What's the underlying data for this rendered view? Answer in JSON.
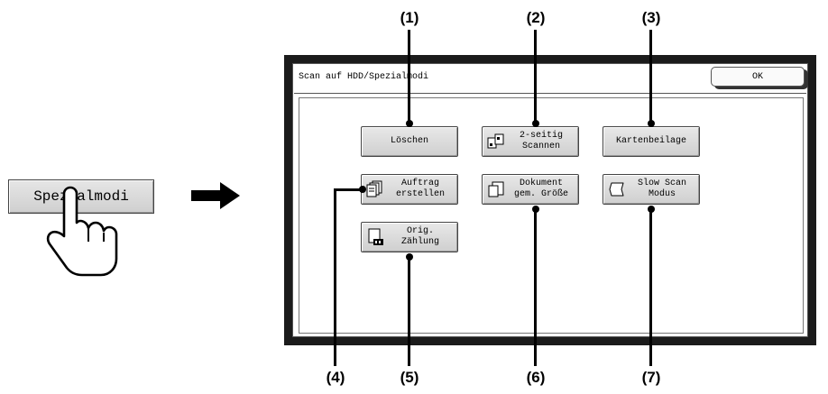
{
  "entry_button": {
    "label": "Spezialmodi"
  },
  "panel": {
    "title": "Scan auf HDD/Spezialmodi",
    "ok_label": "OK"
  },
  "modes": [
    {
      "id": "loeschen",
      "lines": [
        "Löschen"
      ],
      "icon": "none"
    },
    {
      "id": "duplex",
      "lines": [
        "2-seitig",
        "Scannen"
      ],
      "icon": "duplex-scan-icon"
    },
    {
      "id": "kartenbeilage",
      "lines": [
        "Kartenbeilage"
      ],
      "icon": "none"
    },
    {
      "id": "auftrag",
      "lines": [
        "Auftrag",
        "erstellen"
      ],
      "icon": "job-build-icon"
    },
    {
      "id": "dokument",
      "lines": [
        "Dokument",
        "gem. Größe"
      ],
      "icon": "mixed-size-icon"
    },
    {
      "id": "slowscan",
      "lines": [
        "Slow Scan",
        "Modus"
      ],
      "icon": "slow-scan-icon"
    },
    {
      "id": "zaehlung",
      "lines": [
        "Orig.",
        "Zählung"
      ],
      "icon": "original-count-icon"
    }
  ],
  "callouts": [
    "(1)",
    "(2)",
    "(3)",
    "(4)",
    "(5)",
    "(6)",
    "(7)"
  ]
}
